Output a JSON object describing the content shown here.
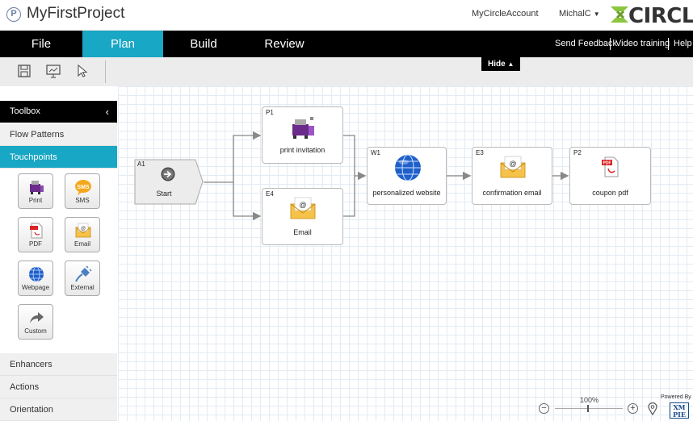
{
  "header": {
    "logo_letter": "P",
    "project_title": "MyFirstProject",
    "account_link": "MyCircleAccount",
    "user_name": "MichalC",
    "brand_name": "CIRCLE"
  },
  "nav": {
    "tabs": [
      {
        "label": "File",
        "active": false
      },
      {
        "label": "Plan",
        "active": true
      },
      {
        "label": "Build",
        "active": false
      },
      {
        "label": "Review",
        "active": false
      }
    ],
    "right_links": [
      "Send Feedback",
      "Video training",
      "Help"
    ],
    "accent_color": "#18a7c4"
  },
  "toolbar": {
    "icons": [
      "save-icon",
      "presentation-icon",
      "pointer-icon"
    ],
    "hide_label": "Hide"
  },
  "sidebar": {
    "title": "Toolbox",
    "sections_top": [
      "Flow Patterns",
      "Touchpoints"
    ],
    "active_section": "Touchpoints",
    "touchpoints": [
      {
        "label": "Print",
        "icon": "printer-icon"
      },
      {
        "label": "SMS",
        "icon": "sms-icon",
        "badge": "SMS"
      },
      {
        "label": "PDF",
        "icon": "pdf-icon"
      },
      {
        "label": "Email",
        "icon": "email-icon"
      },
      {
        "label": "Webpage",
        "icon": "globe-icon"
      },
      {
        "label": "External",
        "icon": "plug-icon"
      },
      {
        "label": "Custom",
        "icon": "share-arrow-icon"
      }
    ],
    "sections_bottom": [
      "Enhancers",
      "Actions",
      "Orientation"
    ]
  },
  "flow": {
    "nodes": [
      {
        "id": "A1",
        "label": "Start",
        "icon": "start-arrow-icon"
      },
      {
        "id": "P1",
        "label": "print invitation",
        "icon": "printer-icon"
      },
      {
        "id": "E4",
        "label": "Email",
        "icon": "email-icon"
      },
      {
        "id": "W1",
        "label": "personalized website",
        "icon": "globe-icon"
      },
      {
        "id": "E3",
        "label": "confirmation email",
        "icon": "email-icon"
      },
      {
        "id": "P2",
        "label": "coupon pdf",
        "icon": "pdf-icon",
        "badge": "PDF"
      }
    ]
  },
  "zoom": {
    "level": "100%",
    "minus": "−",
    "plus": "+"
  },
  "footer": {
    "powered_by": "Powered By",
    "vendor_line1": "XM",
    "vendor_line2": "PIE"
  }
}
